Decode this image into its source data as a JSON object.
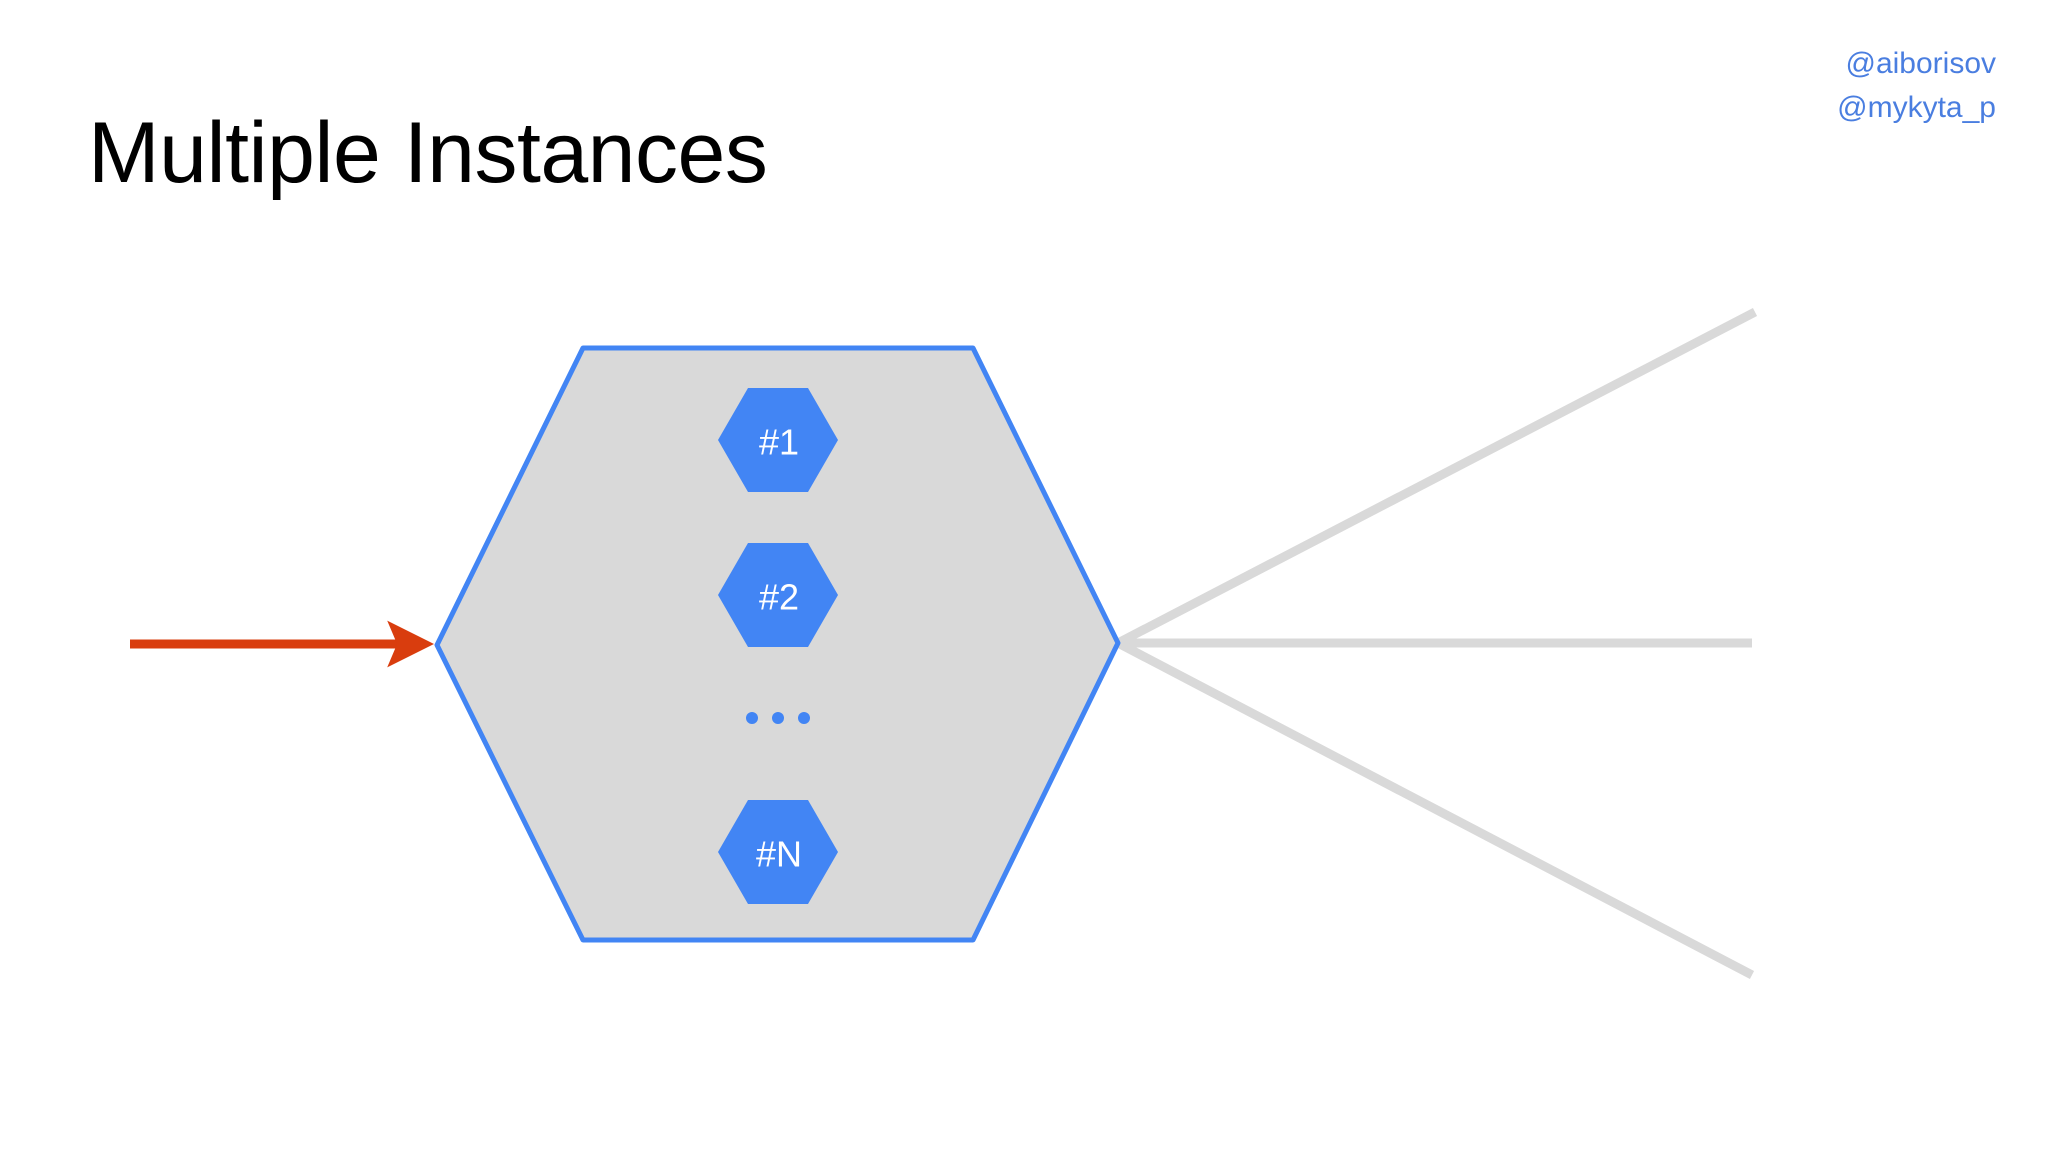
{
  "slide": {
    "title": "Multiple Instances",
    "background_color": "#FFFFFF"
  },
  "handles": {
    "items": [
      {
        "text": "@aiborisov"
      },
      {
        "text": "@mykyta_p"
      }
    ],
    "color": "#4A7EE0"
  },
  "diagram": {
    "type": "hexagon-cluster",
    "outer_hexagon": {
      "name": "service-boundary",
      "fill_color": "#D9D9D9",
      "stroke_color": "#4285F4"
    },
    "instances": [
      {
        "label": "#1",
        "fill_color": "#4285F4",
        "text_color": "#FFFFFF"
      },
      {
        "label": "#2",
        "fill_color": "#4285F4",
        "text_color": "#FFFFFF"
      },
      {
        "label": "#N",
        "fill_color": "#4285F4",
        "text_color": "#FFFFFF"
      }
    ],
    "ellipsis": {
      "dot_count": 3,
      "color": "#4285F4"
    },
    "inbound_arrow": {
      "color": "#D93D0E",
      "direction": "right"
    },
    "outbound_connectors": {
      "count": 3,
      "color": "#D9D9D9"
    }
  }
}
